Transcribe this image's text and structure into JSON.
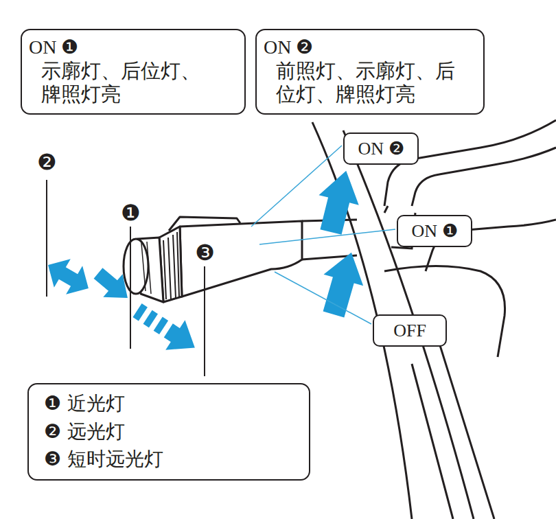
{
  "diagram": {
    "nodes": [
      {
        "text": [
          "ON ❶",
          "示廓灯、后位灯、牌照灯亮"
        ]
      },
      {
        "text": [
          "ON ❷",
          "前照灯、示廓灯、后位灯、牌照灯亮"
        ]
      },
      {
        "text": [
          "ON ❷"
        ]
      },
      {
        "text": [
          "ON ❶"
        ]
      },
      {
        "text": [
          "OFF"
        ]
      },
      {
        "text": [
          "❶ 近光灯",
          "❷ 远光灯",
          "❸ 短时远光灯"
        ]
      }
    ],
    "labels": [
      "❷",
      "❶",
      "❸"
    ]
  }
}
